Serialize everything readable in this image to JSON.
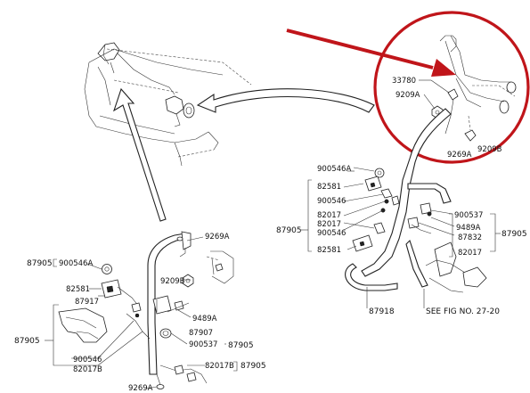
{
  "labels": {
    "l33780": "33780",
    "l9209a_top": "9209A",
    "l9269a_top": "9269A",
    "l9209b_top": "9209B",
    "l900546a_r": "900546A",
    "l82581_r1": "82581",
    "l900546_r1": "900546",
    "l82017_r1": "82017",
    "l82017_r2": "82017",
    "l900546_r2": "900546",
    "l87905_r_left": "87905",
    "l82581_r2": "82581",
    "l900537_r": "900537",
    "l9489a_r": "9489A",
    "l87832": "87832",
    "l87905_r_right": "87905",
    "l82017_r3": "82017",
    "l87918": "87918",
    "see_fig": "SEE FIG NO. 27-20",
    "l9269a_mid": "9269A",
    "l9209b_mid": "9209B",
    "l87905_900546a": "87905",
    "l900546a_left": "900546A",
    "l82581_left": "82581",
    "l87917": "87917",
    "l87905_left_outer": "87905",
    "l9489a_left": "9489A",
    "l87907": "87907",
    "l900537_left": "900537",
    "l87905_after_900537": "87905",
    "l900546_left": "900546",
    "l82017b_left": "82017B",
    "l82017b_right": "82017B",
    "l87905_after_82017b": "87905",
    "l9269a_bottom": "9269A"
  },
  "colors": {
    "highlight": "#c0151a",
    "line": "#222222"
  },
  "icons": {
    "arrow": "red-callout-arrow",
    "circle": "red-highlight-circle"
  }
}
